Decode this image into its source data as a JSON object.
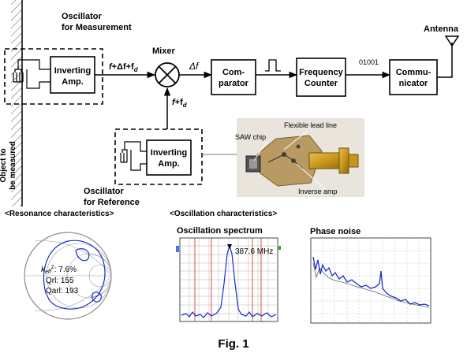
{
  "labels": {
    "osc_meas_1": "Oscillator",
    "osc_meas_2": "for Measurement",
    "amp_meas_1": "Inverting",
    "amp_meas_2": "Amp.",
    "object_1": "Object to",
    "object_2": "be measured",
    "sig_in_f": "f",
    "sig_in_rest": "+Δf+f",
    "sig_in_sub": "d",
    "mixer": "Mixer",
    "delta_f": "Δf",
    "sig_ref_f": "f",
    "sig_ref_rest": "+f",
    "sig_ref_sub": "d",
    "comparator_1": "Com-",
    "comparator_2": "parator",
    "freq_counter_1": "Frequency",
    "freq_counter_2": "Counter",
    "bits": "01001",
    "communicator_1": "Commu-",
    "communicator_2": "nicator",
    "antenna": "Antenna",
    "amp_ref_1": "Inverting",
    "amp_ref_2": "Amp.",
    "osc_ref_1": "Oscillator",
    "osc_ref_2": "for Reference",
    "flexible_lead": "Flexible lead line",
    "saw_chip": "SAW chip",
    "inverse_amp": "Inverse amp",
    "resonance_title": "<Resonance characteristics>",
    "oscillation_title": "<Oscillation characteristics>",
    "spectrum_title": "Oscillation spectrum",
    "phase_noise_title": "Phase noise",
    "spectrum_marker": "387.6 MHz",
    "keff_k": "k",
    "keff_sub": "eff",
    "keff_sup": "2",
    "keff_val": ": 7.6%",
    "qrl": "Qrl: 155",
    "qarl": "Qarl: 193",
    "figure_caption": "Fig. 1"
  },
  "colors": {
    "line": "#000000",
    "plot_trace": "#1a2fc8",
    "marker_red": "#d42020",
    "smith_grid": "#9a9a9a",
    "photo_board": "#b89a62"
  }
}
